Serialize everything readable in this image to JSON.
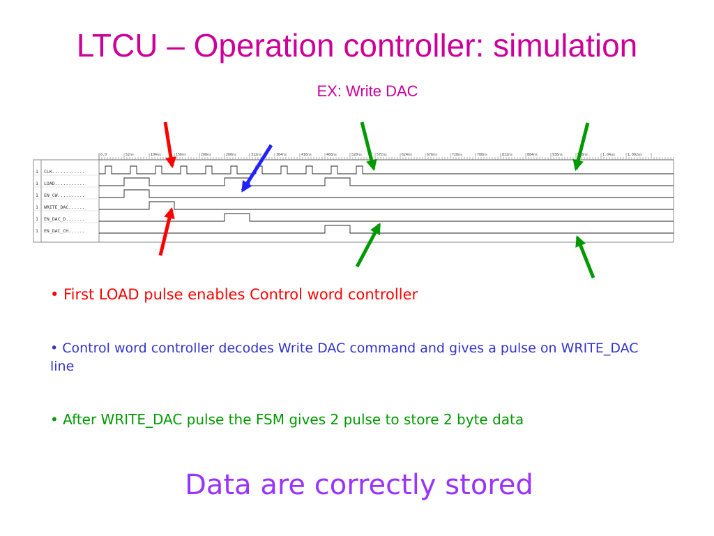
{
  "slide": {
    "title": "LTCU – Operation controller: simulation",
    "subtitle": "EX: Write DAC"
  },
  "waveform": {
    "time_labels": [
      "0.0",
      "52ns",
      "104ns",
      "156ns",
      "208ns",
      "260ns",
      "312ns",
      "364ns",
      "416ns",
      "468ns",
      "520ns",
      "572ns",
      "624ns",
      "676ns",
      "728ns",
      "780ns",
      "832ns",
      "884ns",
      "936ns",
      "988ns",
      "1.04us",
      "1.092us"
    ],
    "signals": [
      {
        "index": "1",
        "name": "CLK............",
        "pulses": [
          [
            0.5,
            1
          ],
          [
            2.5,
            3
          ],
          [
            4.5,
            5
          ],
          [
            6.5,
            7
          ],
          [
            8.5,
            9
          ],
          [
            10.5,
            11
          ],
          [
            12.5,
            13
          ],
          [
            14.5,
            15
          ],
          [
            16.5,
            17
          ],
          [
            18.5,
            19
          ],
          [
            20.5,
            21
          ]
        ]
      },
      {
        "index": "1",
        "name": "LOAD...........",
        "pulses": [
          [
            2,
            4
          ],
          [
            10,
            12
          ],
          [
            18,
            20
          ]
        ]
      },
      {
        "index": "1",
        "name": "EN_CW..........",
        "pulses": [
          [
            2,
            4
          ]
        ]
      },
      {
        "index": "1",
        "name": "WRITE_DAC......",
        "pulses": [
          [
            4,
            6
          ]
        ]
      },
      {
        "index": "1",
        "name": "EN_DAC_D.......",
        "pulses": [
          [
            10,
            12
          ]
        ]
      },
      {
        "index": "1",
        "name": "EN_DAC_CH......",
        "pulses": [
          [
            18,
            20
          ]
        ]
      }
    ]
  },
  "annotations": {
    "colors": {
      "red": "#ff0000",
      "blue": "#2222ff",
      "green": "#009900"
    }
  },
  "bullets": [
    {
      "text": "• First LOAD pulse enables Control word controller"
    },
    {
      "text": "• Control word controller decodes Write DAC command and gives a pulse on WRITE_DAC line"
    },
    {
      "text": "• After WRITE_DAC pulse the FSM gives 2 pulse to store  2 byte data"
    }
  ],
  "conclusion": "Data are correctly stored"
}
